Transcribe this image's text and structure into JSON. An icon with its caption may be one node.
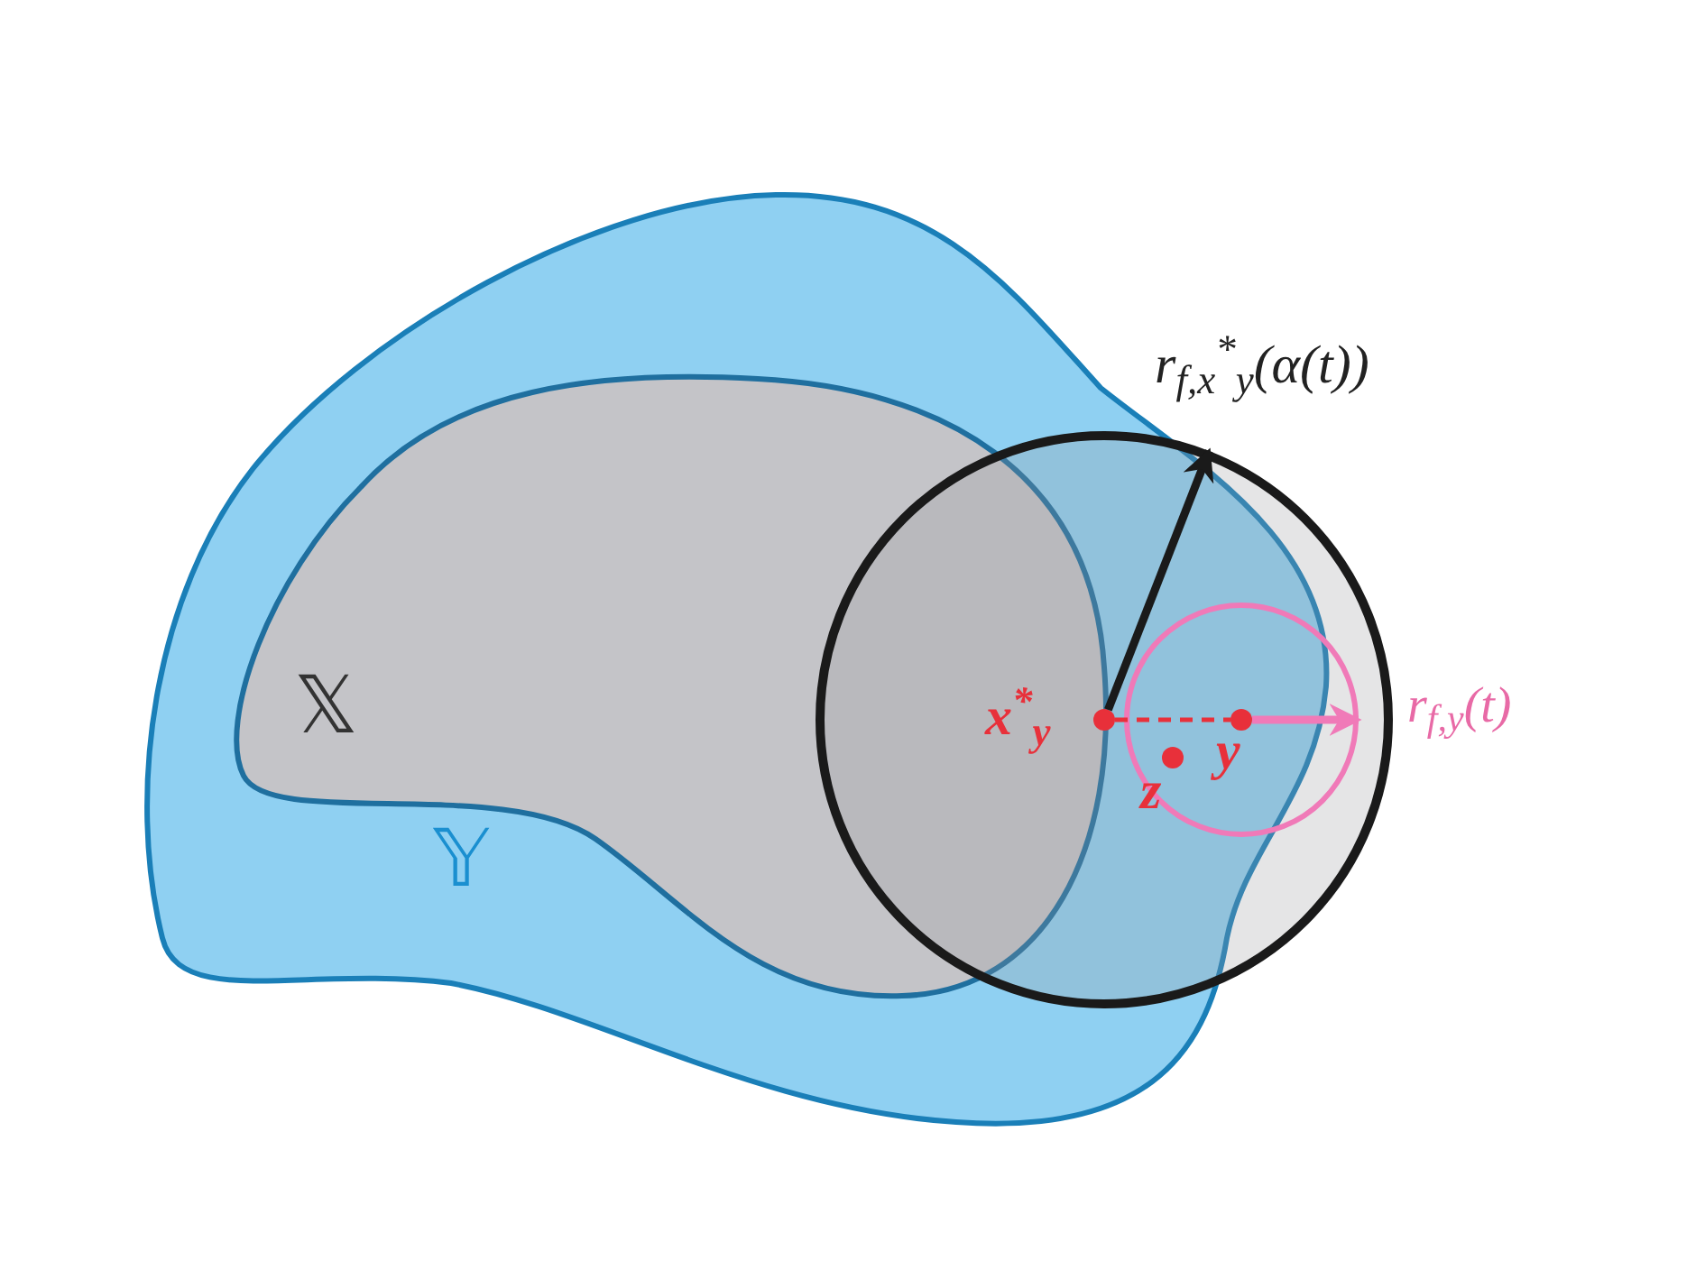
{
  "diagram": {
    "nodes": [
      {
        "text": [
          "𝕐"
        ]
      },
      {
        "text": [
          "𝕏"
        ],
        "in": 0
      },
      {
        "text": [],
        "shape": "circle"
      },
      {
        "text": [],
        "shape": "circle",
        "in": 2
      },
      {
        "text": [],
        "shape": "circle",
        "in": 2
      },
      {
        "text": [],
        "shape": "circle",
        "in": 3
      },
      {
        "text": [],
        "shape": "circle",
        "in": 3
      }
    ],
    "edges": [
      {
        "from": 4,
        "to": 5,
        "arrow": "none",
        "style": "dashed",
        "color": "#e8303a"
      },
      {
        "from": 4,
        "to": 2,
        "arrow": "to",
        "color": "#1a1a1a"
      },
      {
        "from": 5,
        "to": 3,
        "arrow": "to",
        "color": "#f07ab8"
      }
    ],
    "labels": [
      "r$_{f,x}$$^{*}$$_{y}$(α(t))",
      "x$^{*}$$_{y}$",
      "z",
      "y",
      "r$_{f,y}$(t)"
    ]
  }
}
